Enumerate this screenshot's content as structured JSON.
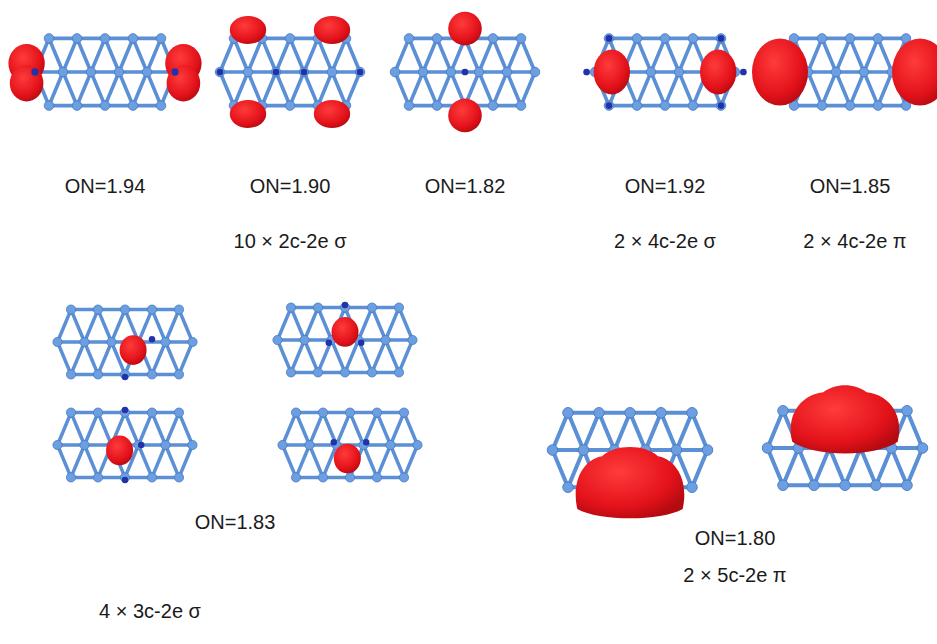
{
  "diagram": {
    "labels": [
      "ON=1.94",
      "ON=1.90",
      "ON=1.82",
      "ON=1.92",
      "ON=1.85",
      "10 × 2c-2e σ",
      "2 × 4c-2e σ",
      "2 × 4c-2e π",
      "ON=1.83",
      "4 × 3c-2e σ",
      "ON=1.80",
      "2 × 5c-2e π"
    ]
  }
}
